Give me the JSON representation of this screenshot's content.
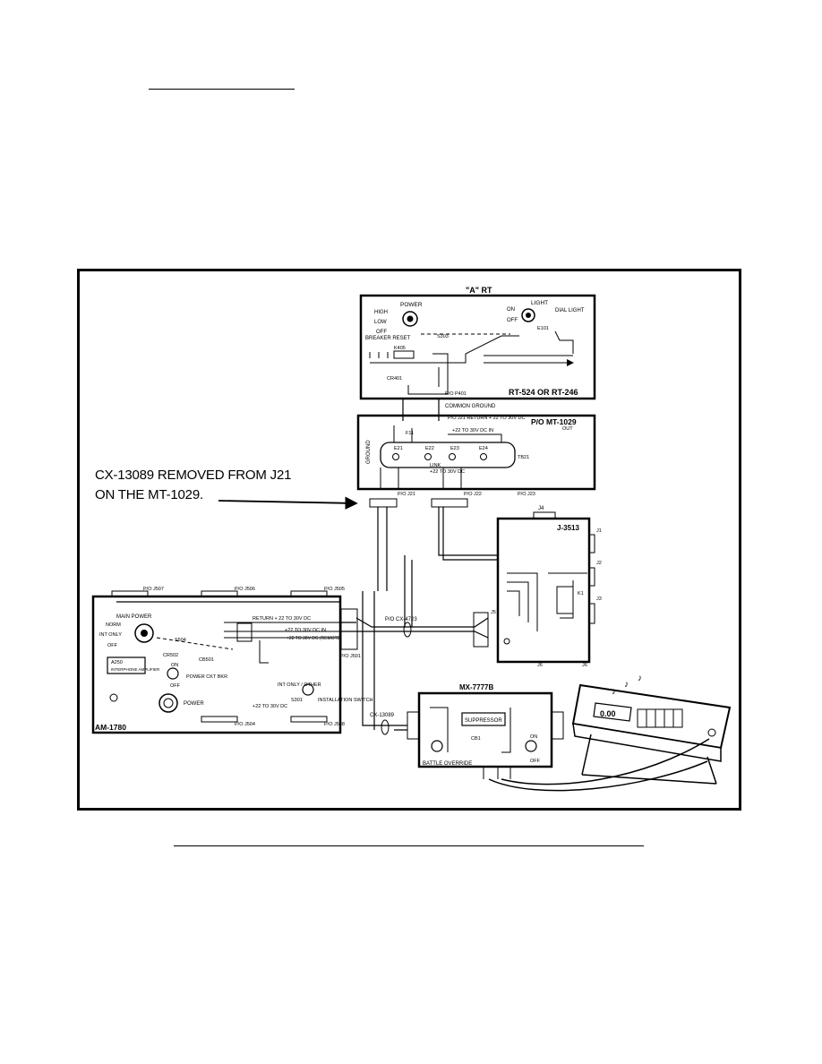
{
  "labels": {
    "a_rt": "\"A\" RT",
    "rt_model": "RT-524 OR RT-246",
    "power": "POWER",
    "high": "HIGH",
    "low": "LOW",
    "off": "OFF",
    "breaker_reset": "BREAKER RESET",
    "s303": "S303",
    "k405": "K405",
    "cr401": "CR401",
    "light": "LIGHT",
    "on": "ON",
    "dial_light": "DIAL LIGHT",
    "e101": "E101",
    "p401": "P/O P401",
    "common_ground": "COMMON GROUND",
    "po_j21_return": "P/O J21   RETURN  + 22 TO 30V DC",
    "out": "OUT",
    "mt1029": "P/O MT-1029",
    "ground": "GROUND",
    "in_22_30": "+22 TO 30V DC IN",
    "f11": "F11",
    "e21": "E21",
    "e22": "E22",
    "e23": "E23",
    "e24": "E24",
    "link": "LINK",
    "tb21": "TB21",
    "plus_22_30": "+22 TO 30V DC",
    "po_j21": "P/O J21",
    "po_j22": "P/O J22",
    "po_j23": "P/O J23",
    "j3513": "J-3513",
    "j4": "J4",
    "j1": "J1",
    "j2": "J2",
    "j3": "J3",
    "j5": "J5",
    "j6": "J6",
    "k1": "K1",
    "po_cx4723": "P/O CX-4723",
    "am1780": "AM-1780",
    "main_power": "MAIN POWER",
    "norm": "NORM",
    "int_only": "INT ONLY",
    "s504": "S504",
    "cr502": "CR502",
    "cb501": "CB501",
    "a250": "A250",
    "interphone_amplifier": "INTERPHONE AMPLIFIER",
    "power_ckt_bkr": "POWER CKT BKR",
    "return_22_30": "RETURN + 22 TO 30V DC",
    "in_22_30b": "+22 TO 30V DC IN",
    "remote": "+22 TO 30V DC (REMOTE)",
    "int_only_other": "INT ONLY / OTHER",
    "s301": "S301",
    "installation_switch": "INSTALLATION SWITCH",
    "po_j507": "P/O J507",
    "po_j506": "P/O J506",
    "po_j505": "P/O J505",
    "po_j501": "P/O J501",
    "po_j504": "P/O J504",
    "po_j508": "P/O J508",
    "mx7777b": "MX-7777B",
    "suppressor": "SUPPRESSOR",
    "cb1": "CB1",
    "battle_override": "BATTLE OVERRIDE",
    "cx13089": "CX-13089",
    "meter_reading": "0.00"
  },
  "callout": {
    "line1": "CX-13089 REMOVED FROM J21",
    "line2": "ON THE MT-1029."
  }
}
